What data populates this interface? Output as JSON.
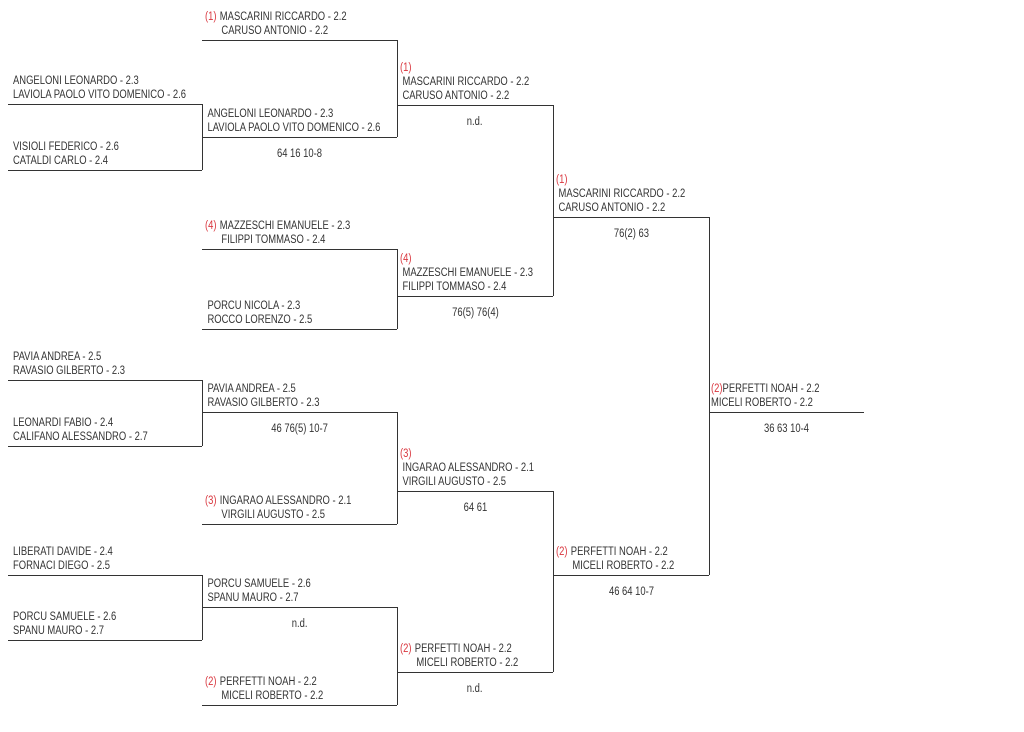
{
  "colors": {
    "line": "#333333",
    "text": "#333333",
    "seed": "#d9363e"
  },
  "rounds": [
    {
      "slots": [
        {
          "seed": "",
          "players": [
            "ANGELONI LEONARDO - 2.3",
            "LAVIOLA PAOLO VITO DOMENICO - 2.6"
          ],
          "score": ""
        },
        {
          "seed": "",
          "players": [
            "VISIOLI FEDERICO - 2.6",
            "CATALDI CARLO - 2.4"
          ],
          "score": ""
        },
        {
          "seed": "",
          "players": [
            "PAVIA ANDREA - 2.5",
            "RAVASIO GILBERTO - 2.3"
          ],
          "score": ""
        },
        {
          "seed": "",
          "players": [
            "LEONARDI FABIO - 2.4",
            "CALIFANO ALESSANDRO - 2.7"
          ],
          "score": ""
        },
        {
          "seed": "",
          "players": [
            "LIBERATI DAVIDE - 2.4",
            "FORNACI DIEGO - 2.5"
          ],
          "score": ""
        },
        {
          "seed": "",
          "players": [
            "PORCU SAMUELE - 2.6",
            "SPANU MAURO - 2.7"
          ],
          "score": ""
        }
      ]
    },
    {
      "slots": [
        {
          "seed": "(1)",
          "players": [
            "MASCARINI RICCARDO - 2.2",
            "CARUSO ANTONIO - 2.2"
          ],
          "score": ""
        },
        {
          "seed": "",
          "players": [
            "ANGELONI LEONARDO - 2.3",
            "LAVIOLA PAOLO VITO DOMENICO - 2.6"
          ],
          "score": "64 16 10-8"
        },
        {
          "seed": "(4)",
          "players": [
            "MAZZESCHI EMANUELE - 2.3",
            "FILIPPI TOMMASO - 2.4"
          ],
          "score": ""
        },
        {
          "seed": "",
          "players": [
            "PORCU NICOLA - 2.3",
            "ROCCO LORENZO - 2.5"
          ],
          "score": ""
        },
        {
          "seed": "",
          "players": [
            "PAVIA ANDREA - 2.5",
            "RAVASIO GILBERTO - 2.3"
          ],
          "score": "46 76(5) 10-7"
        },
        {
          "seed": "(3)",
          "players": [
            "INGARAO ALESSANDRO - 2.1",
            "VIRGILI AUGUSTO - 2.5"
          ],
          "score": ""
        },
        {
          "seed": "",
          "players": [
            "PORCU SAMUELE - 2.6",
            "SPANU MAURO - 2.7"
          ],
          "score": "n.d."
        },
        {
          "seed": "(2)",
          "players": [
            "PERFETTI NOAH - 2.2",
            "MICELI ROBERTO - 2.2"
          ],
          "score": ""
        }
      ]
    },
    {
      "slots": [
        {
          "seed": "(1)",
          "players": [
            "MASCARINI RICCARDO - 2.2",
            "CARUSO ANTONIO - 2.2"
          ],
          "score": "n.d."
        },
        {
          "seed": "(4)",
          "players": [
            "MAZZESCHI EMANUELE - 2.3",
            "FILIPPI TOMMASO - 2.4"
          ],
          "score": "76(5) 76(4)"
        },
        {
          "seed": "(3)",
          "players": [
            "INGARAO ALESSANDRO - 2.1",
            "VIRGILI AUGUSTO - 2.5"
          ],
          "score": "64 61"
        },
        {
          "seed": "(2)",
          "players": [
            "PERFETTI NOAH - 2.2",
            "MICELI ROBERTO - 2.2"
          ],
          "score": "n.d."
        }
      ]
    },
    {
      "slots": [
        {
          "seed": "(1)",
          "players": [
            "MASCARINI RICCARDO - 2.2",
            "CARUSO ANTONIO - 2.2"
          ],
          "score": "76(2) 63"
        },
        {
          "seed": "(2)",
          "players": [
            "PERFETTI NOAH - 2.2",
            "MICELI ROBERTO - 2.2"
          ],
          "score": "46 64 10-7"
        }
      ]
    },
    {
      "slots": [
        {
          "seed": "(2)",
          "players": [
            "PERFETTI NOAH - 2.2",
            "MICELI ROBERTO - 2.2"
          ],
          "score": "36 63 10-4"
        }
      ]
    }
  ]
}
